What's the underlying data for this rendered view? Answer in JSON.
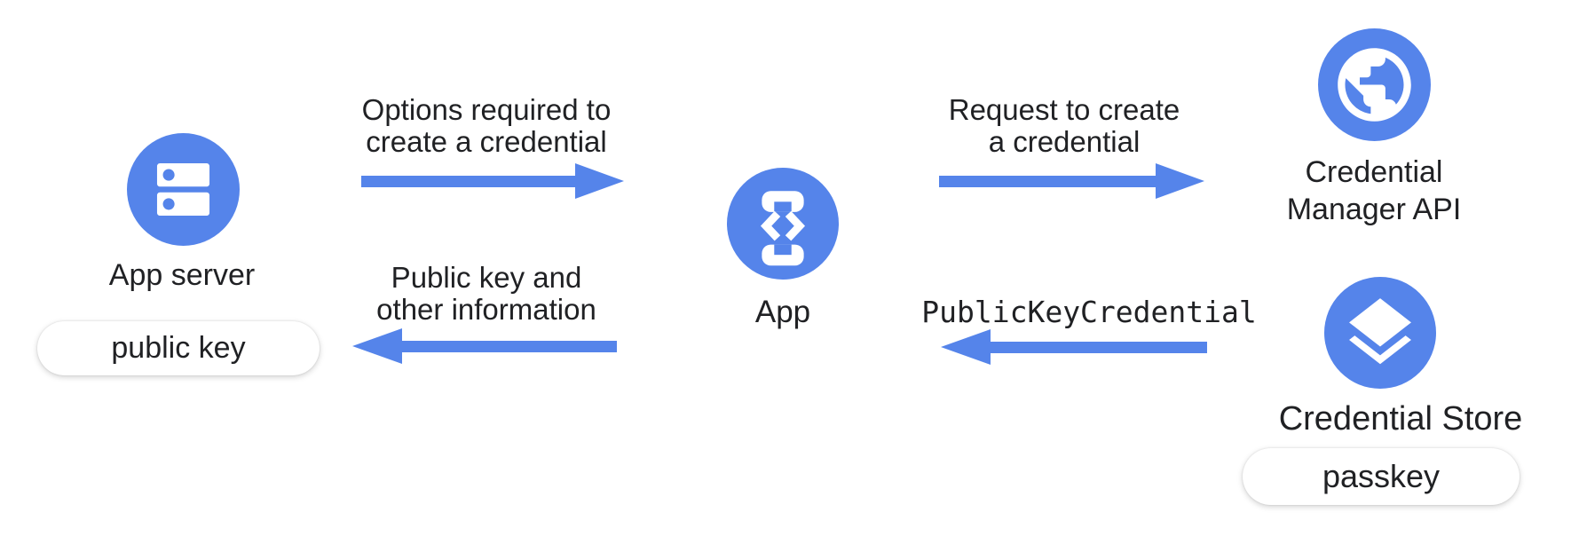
{
  "colors": {
    "blue": "#5584EA",
    "text": "#202124",
    "badge_bg": "#ffffff"
  },
  "nodes": {
    "app_server": {
      "label": "App server",
      "badge": "public key"
    },
    "app": {
      "label": "App"
    },
    "credential_manager_api": {
      "label_line1": "Credential",
      "label_line2": "Manager API"
    },
    "credential_store": {
      "label": "Credential Store",
      "badge": "passkey"
    }
  },
  "flows": {
    "options_to_create": {
      "line1": "Options required to",
      "line2": "create a credential",
      "direction": "right"
    },
    "request_to_create": {
      "line1": "Request to create",
      "line2": "a credential",
      "direction": "right"
    },
    "public_key_and_info": {
      "line1": "Public key and",
      "line2": "other information",
      "direction": "left"
    },
    "public_key_credential": {
      "label": "PublicKeyCredential",
      "direction": "left"
    }
  },
  "icons": {
    "app_server": "server-icon",
    "app": "phone-code-icon",
    "credential_manager_api": "globe-icon",
    "credential_store": "layers-icon"
  }
}
